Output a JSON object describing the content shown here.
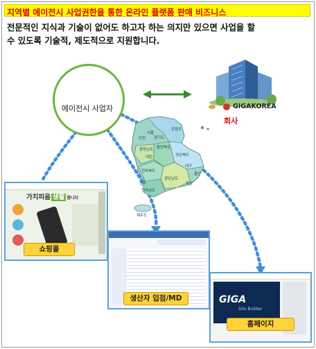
{
  "title": "지역별 에이전시 사업권한을 통한 온라인 플랫폼 판매 비즈니스",
  "description": {
    "line1": "전문적인 지식과 기술이 없어도 하고자 하는 의지만 있으면 사업을 할",
    "line2": "수 있도록 기술적, 제도적으로 지원합니다."
  },
  "agent": {
    "label": "에이전시 사업자"
  },
  "company": {
    "logo": "GIGAKOREA",
    "label": "회사"
  },
  "map": {
    "regions": [
      "서울",
      "인천",
      "경기도",
      "강원도",
      "충청북도",
      "충청남도",
      "대전",
      "경상북도",
      "대구",
      "전라북도",
      "경상남도",
      "울산",
      "부산",
      "광주",
      "전라남도",
      "제주도"
    ]
  },
  "outputs": {
    "shopping_mall": {
      "label": "쇼핑몰",
      "banner": "가치피음",
      "banner_tail": "생활",
      "banner_sub": "합니다"
    },
    "producer": {
      "label": "생산자 입점/MD"
    },
    "homepage": {
      "label": "홈페이지",
      "brand": "GIGA",
      "brand_sub": "Site Builder"
    }
  },
  "colors": {
    "title_bg": "#ffff00",
    "title_text": "#e00000",
    "circle_border": "#6db33f",
    "arrow_green": "#3a8b2f",
    "dotted_blue": "#3f8fd6",
    "label_bg": "#ffd13a"
  }
}
